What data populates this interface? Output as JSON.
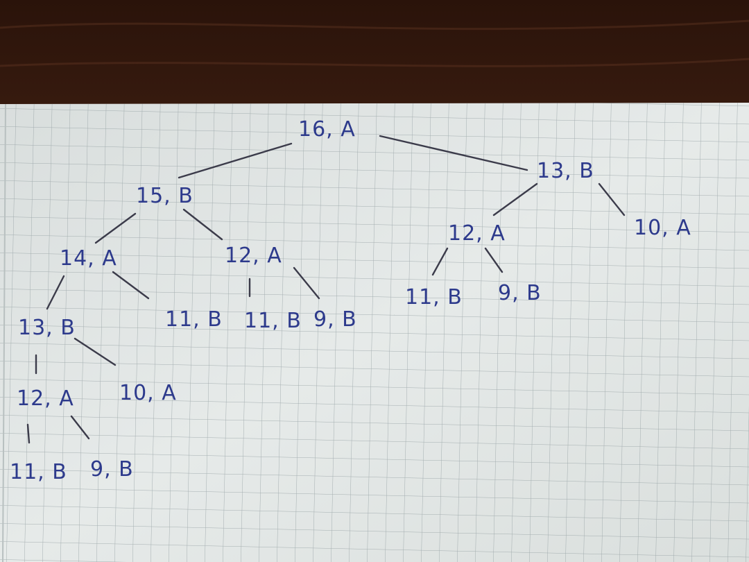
{
  "tree": {
    "root": "16, A",
    "level1": [
      "15, B",
      "13, B"
    ],
    "left_branch": {
      "n14A": "14, A",
      "n12A": "12, A",
      "n13B": "13, B",
      "n11B_a": "11, B",
      "n11B_b": "11, B",
      "n9B_a": "9, B",
      "n12A_b": "12, A",
      "n10A_a": "10, A",
      "n11B_c": "11, B",
      "n9B_b": "9, B"
    },
    "right_branch": {
      "n12A": "12, A",
      "n10A": "10, A",
      "n11B": "11, B",
      "n9B": "9, B"
    }
  },
  "colors": {
    "ink": "#2d3a8c",
    "pencil": "#3b3b4a",
    "grid": "#9aa6a8",
    "paper": "#e3e7e6",
    "table": "#3a1d10"
  }
}
